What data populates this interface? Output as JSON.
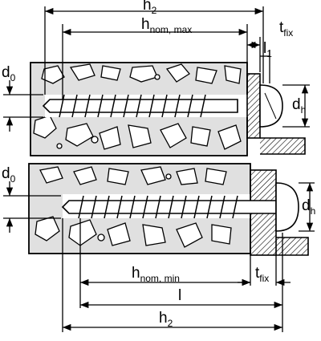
{
  "labels": {
    "h2": "h",
    "h2_sub": "2",
    "hnom_max": "h",
    "hnom_max_sub": "nom, max",
    "tfix": "t",
    "tfix_sub": "fix",
    "l1": "l",
    "l1_sub": "1",
    "d0": "d",
    "d0_sub": "0",
    "dh": "d",
    "dh_sub": "h",
    "hnom_min": "h",
    "hnom_min_sub": "nom, min",
    "l": "l"
  },
  "colors": {
    "ink": "#000000",
    "concrete": "#e0e0e0",
    "stone": "#ffffff",
    "paper": "#ffffff"
  }
}
